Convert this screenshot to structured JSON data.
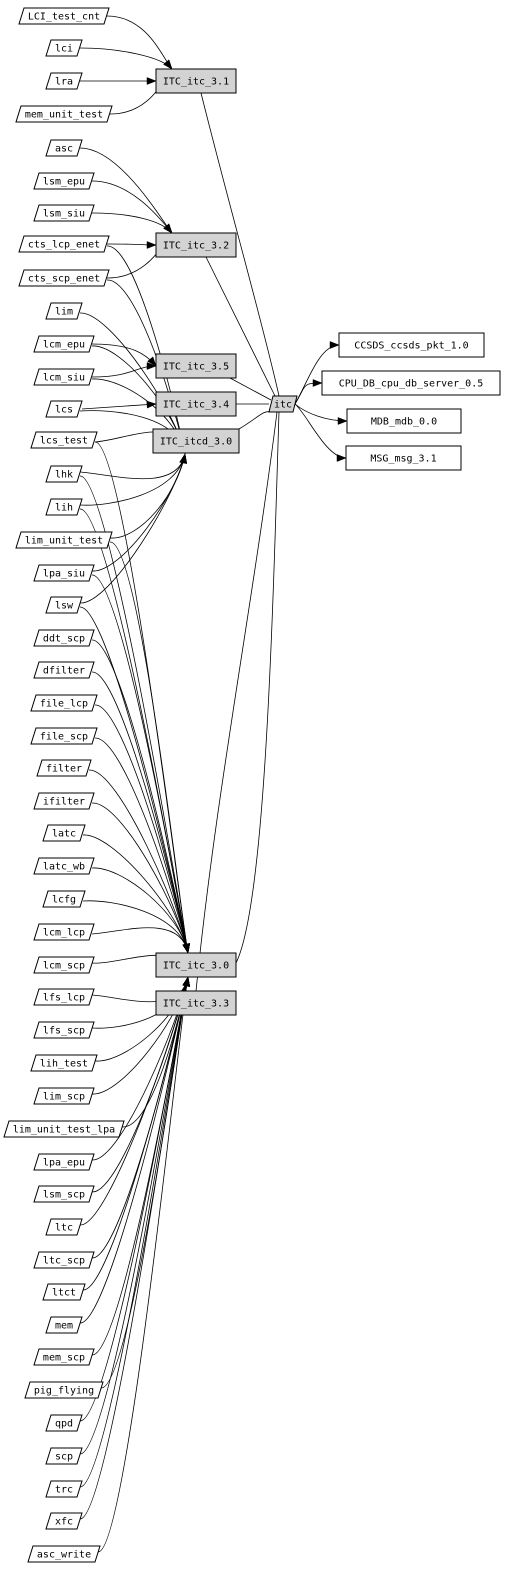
{
  "hub": {
    "name": "itc"
  },
  "versions": [
    {
      "id": "v31",
      "label": "ITC_itc_3.1"
    },
    {
      "id": "v32",
      "label": "ITC_itc_3.2"
    },
    {
      "id": "v35",
      "label": "ITC_itc_3.5"
    },
    {
      "id": "v34",
      "label": "ITC_itc_3.4"
    },
    {
      "id": "vd30",
      "label": "ITC_itcd_3.0"
    },
    {
      "id": "v30",
      "label": "ITC_itc_3.0"
    },
    {
      "id": "v33",
      "label": "ITC_itc_3.3"
    }
  ],
  "dependencies": [
    {
      "id": "ccsds",
      "label": "CCSDS_ccsds_pkt_1.0"
    },
    {
      "id": "cpudb",
      "label": "CPU_DB_cpu_db_server_0.5"
    },
    {
      "id": "mdb",
      "label": "MDB_mdb_0.0"
    },
    {
      "id": "msg",
      "label": "MSG_msg_3.1"
    }
  ],
  "users": [
    {
      "label": "LCI_test_cnt",
      "targets": [
        "v31"
      ]
    },
    {
      "label": "lci",
      "targets": [
        "v31"
      ]
    },
    {
      "label": "lra",
      "targets": [
        "v31"
      ]
    },
    {
      "label": "mem_unit_test",
      "targets": [
        "v31"
      ]
    },
    {
      "label": "asc",
      "targets": [
        "v32"
      ]
    },
    {
      "label": "lsm_epu",
      "targets": [
        "v32"
      ]
    },
    {
      "label": "lsm_siu",
      "targets": [
        "v32"
      ]
    },
    {
      "label": "cts_lcp_enet",
      "targets": [
        "v32",
        "vd30"
      ]
    },
    {
      "label": "cts_scp_enet",
      "targets": [
        "v32",
        "vd30"
      ]
    },
    {
      "label": "lim",
      "targets": [
        "vd30"
      ]
    },
    {
      "label": "lcm_epu",
      "targets": [
        "v35",
        "vd30"
      ]
    },
    {
      "label": "lcm_siu",
      "targets": [
        "v35",
        "vd30"
      ]
    },
    {
      "label": "lcs",
      "targets": [
        "v34",
        "vd30"
      ]
    },
    {
      "label": "lcs_test",
      "targets": [
        "vd30",
        "v30"
      ]
    },
    {
      "label": "lhk",
      "targets": [
        "vd30",
        "v30"
      ]
    },
    {
      "label": "lih",
      "targets": [
        "vd30",
        "v30"
      ]
    },
    {
      "label": "lim_unit_test",
      "targets": [
        "vd30",
        "v30"
      ]
    },
    {
      "label": "lpa_siu",
      "targets": [
        "vd30",
        "v30"
      ]
    },
    {
      "label": "lsw",
      "targets": [
        "vd30",
        "v30"
      ]
    },
    {
      "label": "ddt_scp",
      "targets": [
        "v30"
      ]
    },
    {
      "label": "dfilter",
      "targets": [
        "v30"
      ]
    },
    {
      "label": "file_lcp",
      "targets": [
        "v30"
      ]
    },
    {
      "label": "file_scp",
      "targets": [
        "v30"
      ]
    },
    {
      "label": "filter",
      "targets": [
        "v30"
      ]
    },
    {
      "label": "ifilter",
      "targets": [
        "v30"
      ]
    },
    {
      "label": "latc",
      "targets": [
        "v30"
      ]
    },
    {
      "label": "latc_wb",
      "targets": [
        "v30"
      ]
    },
    {
      "label": "lcfg",
      "targets": [
        "v30"
      ]
    },
    {
      "label": "lcm_lcp",
      "targets": [
        "v30"
      ]
    },
    {
      "label": "lcm_scp",
      "targets": [
        "v30"
      ]
    },
    {
      "label": "lfs_lcp",
      "targets": [
        "v30"
      ]
    },
    {
      "label": "lfs_scp",
      "targets": [
        "v30"
      ]
    },
    {
      "label": "lih_test",
      "targets": [
        "v30"
      ]
    },
    {
      "label": "lim_scp",
      "targets": [
        "v30"
      ]
    },
    {
      "label": "lim_unit_test_lpa",
      "targets": [
        "v30"
      ]
    },
    {
      "label": "lpa_epu",
      "targets": [
        "v30"
      ]
    },
    {
      "label": "lsm_scp",
      "targets": [
        "v30"
      ]
    },
    {
      "label": "ltc",
      "targets": [
        "v30"
      ]
    },
    {
      "label": "ltc_scp",
      "targets": [
        "v30"
      ]
    },
    {
      "label": "ltct",
      "targets": [
        "v30"
      ]
    },
    {
      "label": "mem",
      "targets": [
        "v30"
      ]
    },
    {
      "label": "mem_scp",
      "targets": [
        "v30"
      ]
    },
    {
      "label": "pig_flying",
      "targets": [
        "v30"
      ]
    },
    {
      "label": "qpd",
      "targets": [
        "v30"
      ]
    },
    {
      "label": "scp",
      "targets": [
        "v30"
      ]
    },
    {
      "label": "trc",
      "targets": [
        "v30"
      ]
    },
    {
      "label": "xfc",
      "targets": [
        "v30"
      ]
    },
    {
      "label": "asc_write",
      "targets": [
        "v30"
      ]
    }
  ]
}
